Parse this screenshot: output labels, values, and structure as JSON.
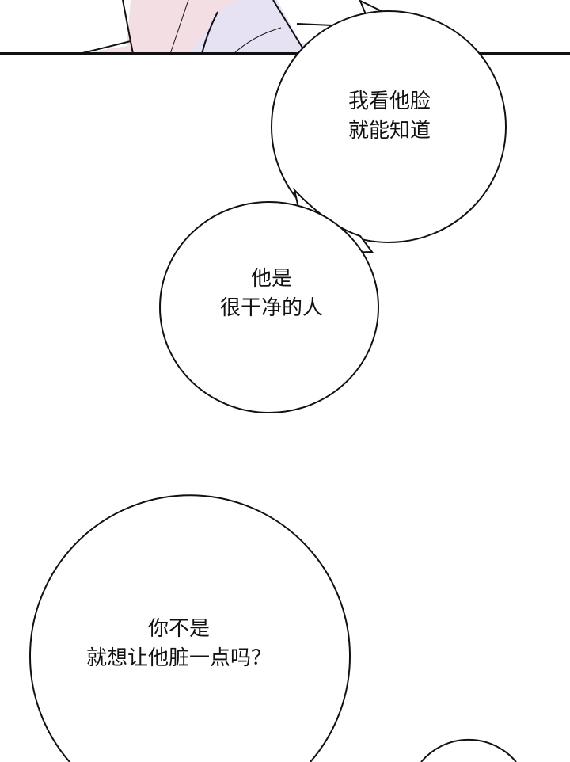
{
  "bubbles": [
    {
      "lines": [
        "我看他脸",
        "就能知道"
      ]
    },
    {
      "lines": [
        "他是",
        "很干净的人"
      ]
    },
    {
      "lines": [
        "你不是",
        "就想让他脏一点吗？"
      ]
    }
  ],
  "colors": {
    "skin": "#f3dfe3",
    "cloth": "#e6e2f4",
    "ink": "#111111"
  }
}
